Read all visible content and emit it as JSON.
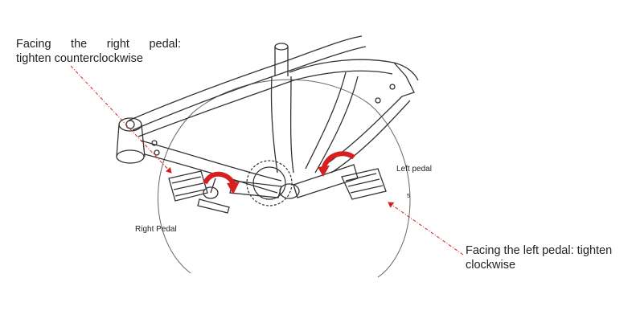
{
  "instructions": {
    "right_pedal_line1": [
      "Facing",
      "the",
      "right",
      "pedal:"
    ],
    "right_pedal_line2": "tighten counterclockwise",
    "left_pedal_line1": "Facing the left pedal: tighten",
    "left_pedal_line2": "clockwise"
  },
  "labels": {
    "left_pedal": "Left pedal",
    "right_pedal": "Right Pedal",
    "tiny_mark": "5"
  },
  "colors": {
    "arrow_red": "#d61f1f",
    "line": "#333333",
    "leader": "#d61f1f"
  },
  "icons": {
    "right_rotation": "counterclockwise-arrow-icon",
    "left_rotation": "clockwise-arrow-icon"
  }
}
